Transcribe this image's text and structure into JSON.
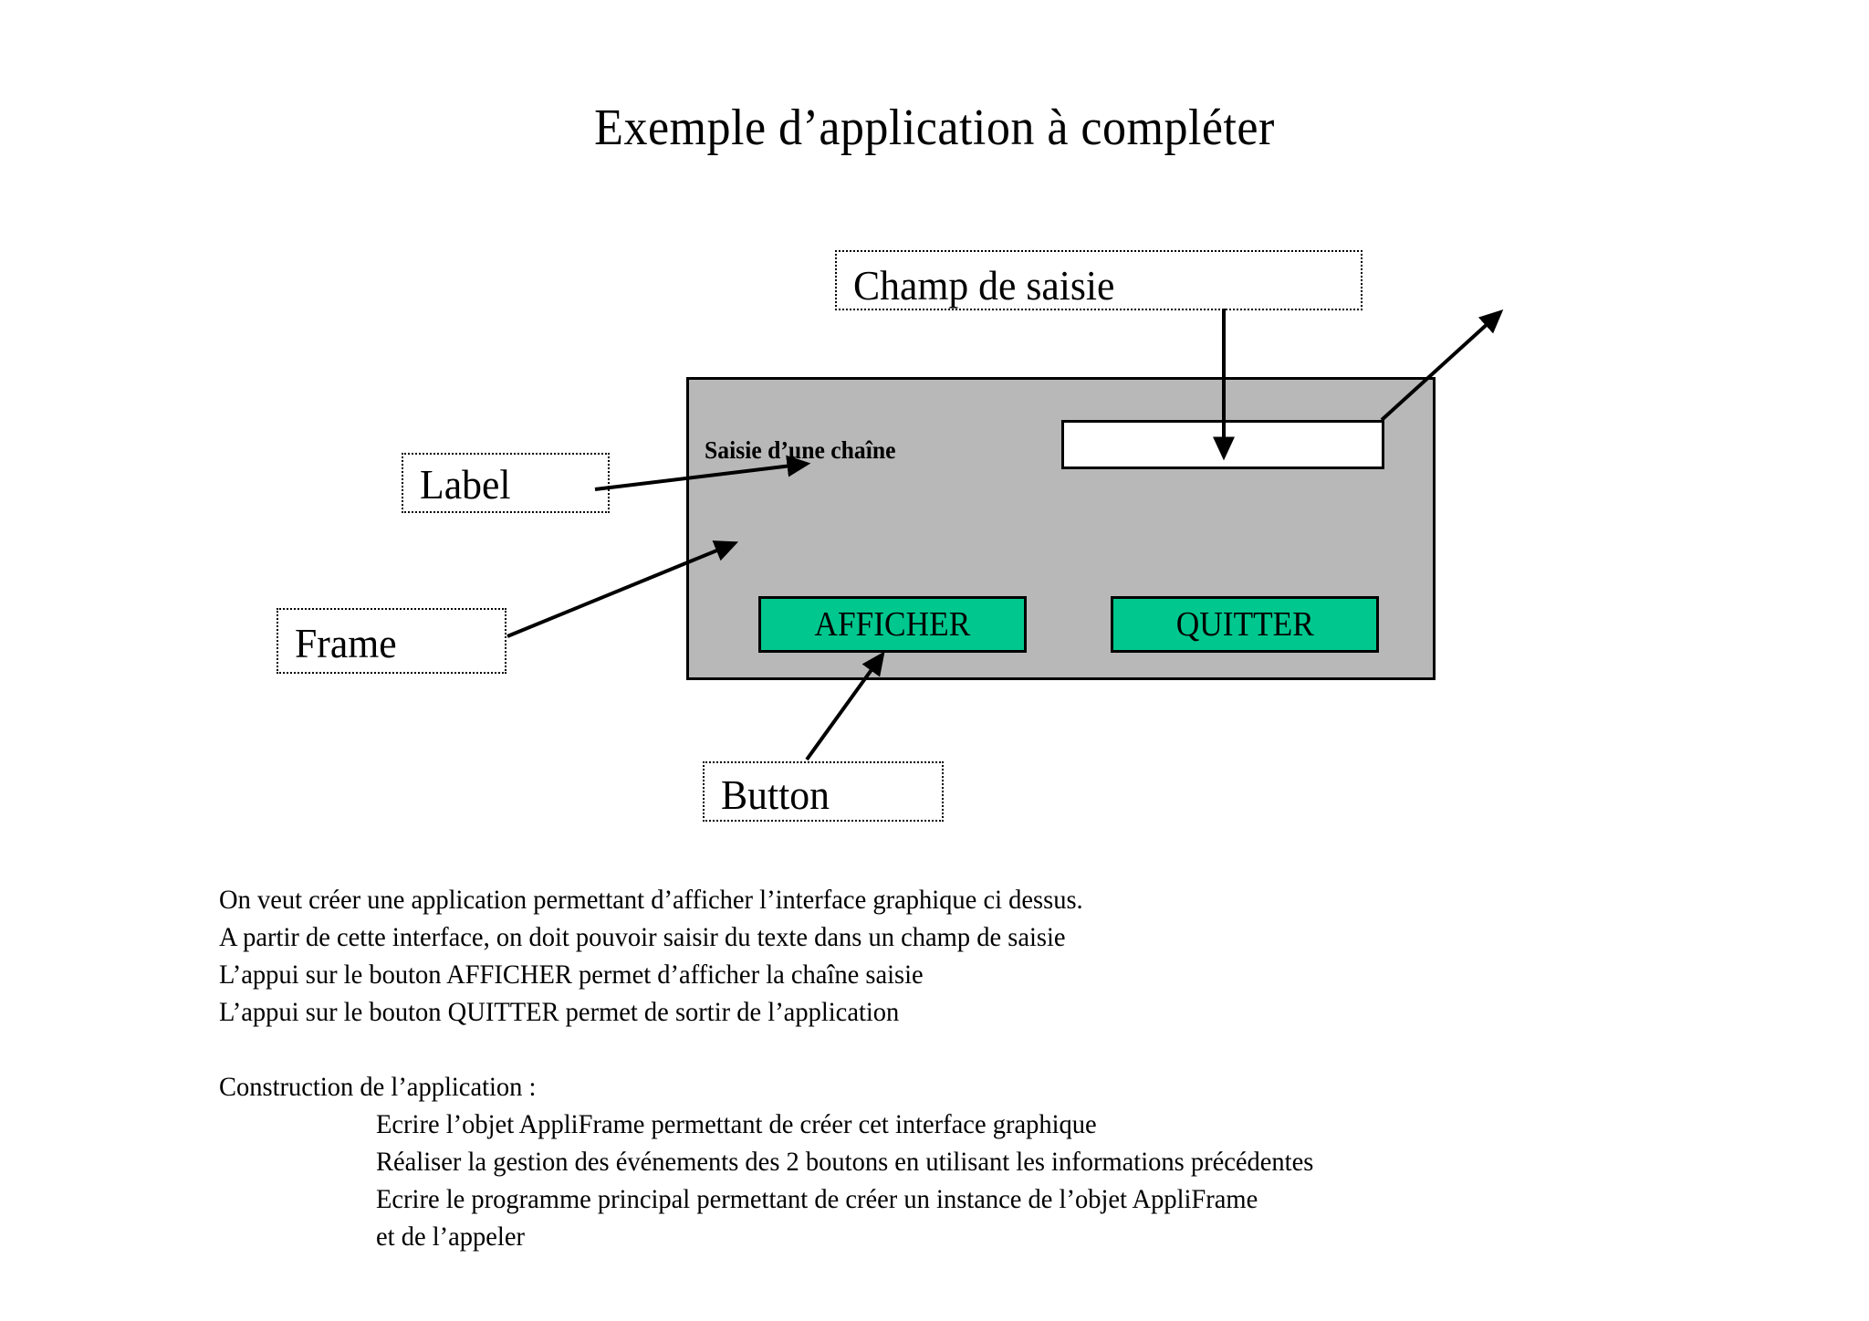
{
  "title": "Exemple d’application à compléter",
  "callouts": [
    {
      "id": "champ",
      "label": "Champ de saisie"
    },
    {
      "id": "label",
      "label": "Label"
    },
    {
      "id": "frame",
      "label": "Frame"
    },
    {
      "id": "button",
      "label": "Button"
    }
  ],
  "app": {
    "frame_color": "#b8b8b8",
    "button_color": "#00c78e",
    "field_label": "Saisie d’une chaîne",
    "input_value": "",
    "input_placeholder": "",
    "buttons": [
      {
        "id": "afficher",
        "label": "AFFICHER"
      },
      {
        "id": "quitter",
        "label": "QUITTER"
      }
    ]
  },
  "body": {
    "lines": [
      "On veut créer une application permettant d’afficher l’interface graphique ci dessus.",
      "A partir de cette interface, on doit pouvoir saisir du texte dans un champ de saisie",
      "L’appui sur le bouton AFFICHER permet d’afficher la chaîne saisie",
      "L’appui sur le bouton QUITTER permet de sortir de l’application",
      "Construction de l’application :",
      "Ecrire  l’objet AppliFrame permettant de créer cet interface graphique",
      "Réaliser la gestion des événements des 2 boutons en utilisant les informations précédentes",
      "Ecrire le programme principal permettant de créer un instance de l’objet AppliFrame",
      "et de l’appeler"
    ]
  }
}
